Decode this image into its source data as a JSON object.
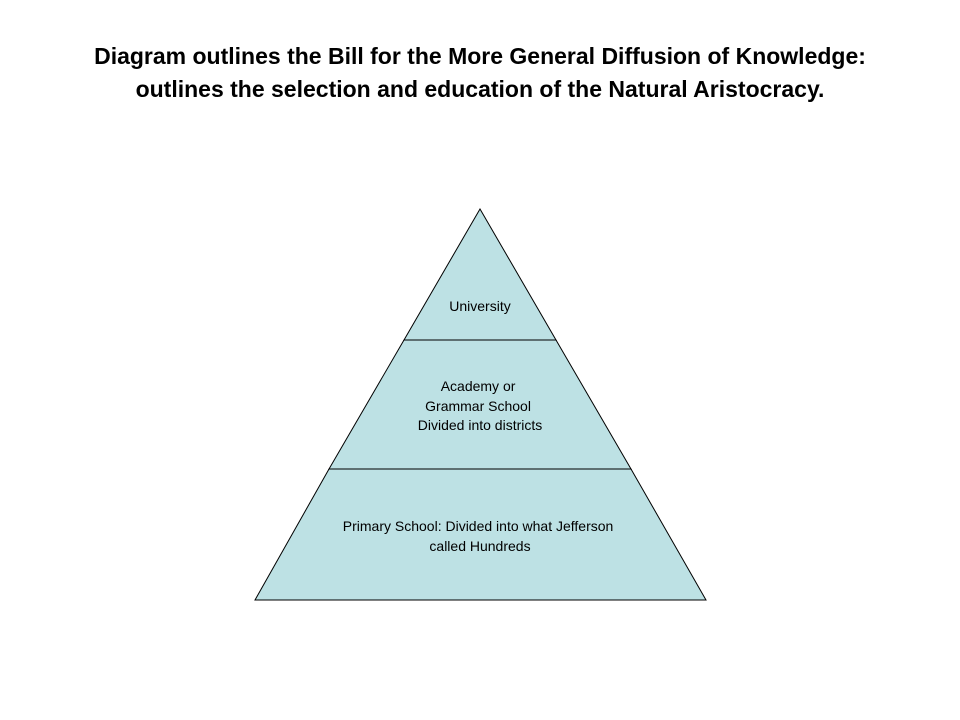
{
  "title": "Diagram outlines the Bill for the More General Diffusion of Knowledge: outlines the selection and education of the Natural Aristocracy.",
  "colors": {
    "tier_fill": "#bde1e4",
    "stroke": "#000000"
  },
  "pyramid": {
    "tiers": [
      {
        "lines": [
          "University"
        ]
      },
      {
        "lines": [
          "Academy or",
          "Grammar School",
          "Divided into districts"
        ]
      },
      {
        "lines": [
          "Primary School: Divided into what Jefferson",
          "called Hundreds"
        ]
      }
    ]
  }
}
